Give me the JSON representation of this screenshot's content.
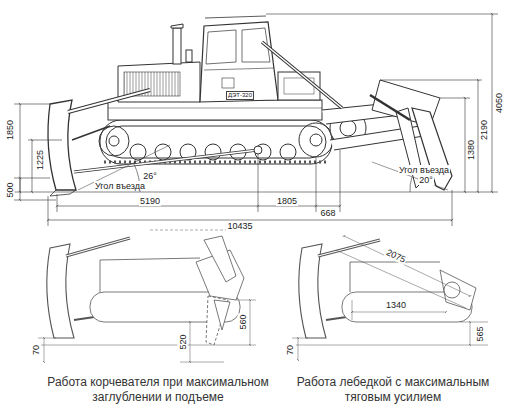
{
  "diagram": {
    "labels": [
      "4050",
      "1850",
      "1225",
      "500",
      "2190",
      "1380",
      "26°",
      "Угол въезда",
      "20°",
      "Угол въезда",
      "5190",
      "1805",
      "668",
      "10435",
      "ДЭТ-320",
      "70",
      "520",
      "560",
      "Работа корчевателя при максимальном заглублении и подъеме",
      "2075",
      "1340",
      "565",
      "70",
      "Работа лебедкой с максимальным тяговым усилием"
    ]
  }
}
